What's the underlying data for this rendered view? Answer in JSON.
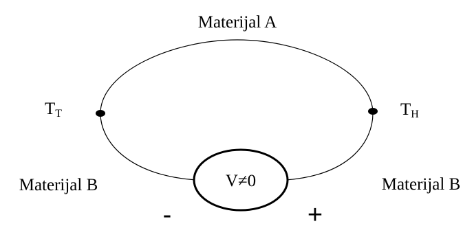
{
  "labels": {
    "top_material": "Materijal A",
    "left_material": "Materijal B",
    "right_material": "Materijal B",
    "left_junction": {
      "main": "T",
      "sub": "T"
    },
    "right_junction": {
      "main": "T",
      "sub": "H"
    },
    "voltmeter": "V≠0",
    "minus": "-",
    "plus": "+"
  },
  "colors": {
    "line": "#000000",
    "background": "#ffffff"
  }
}
